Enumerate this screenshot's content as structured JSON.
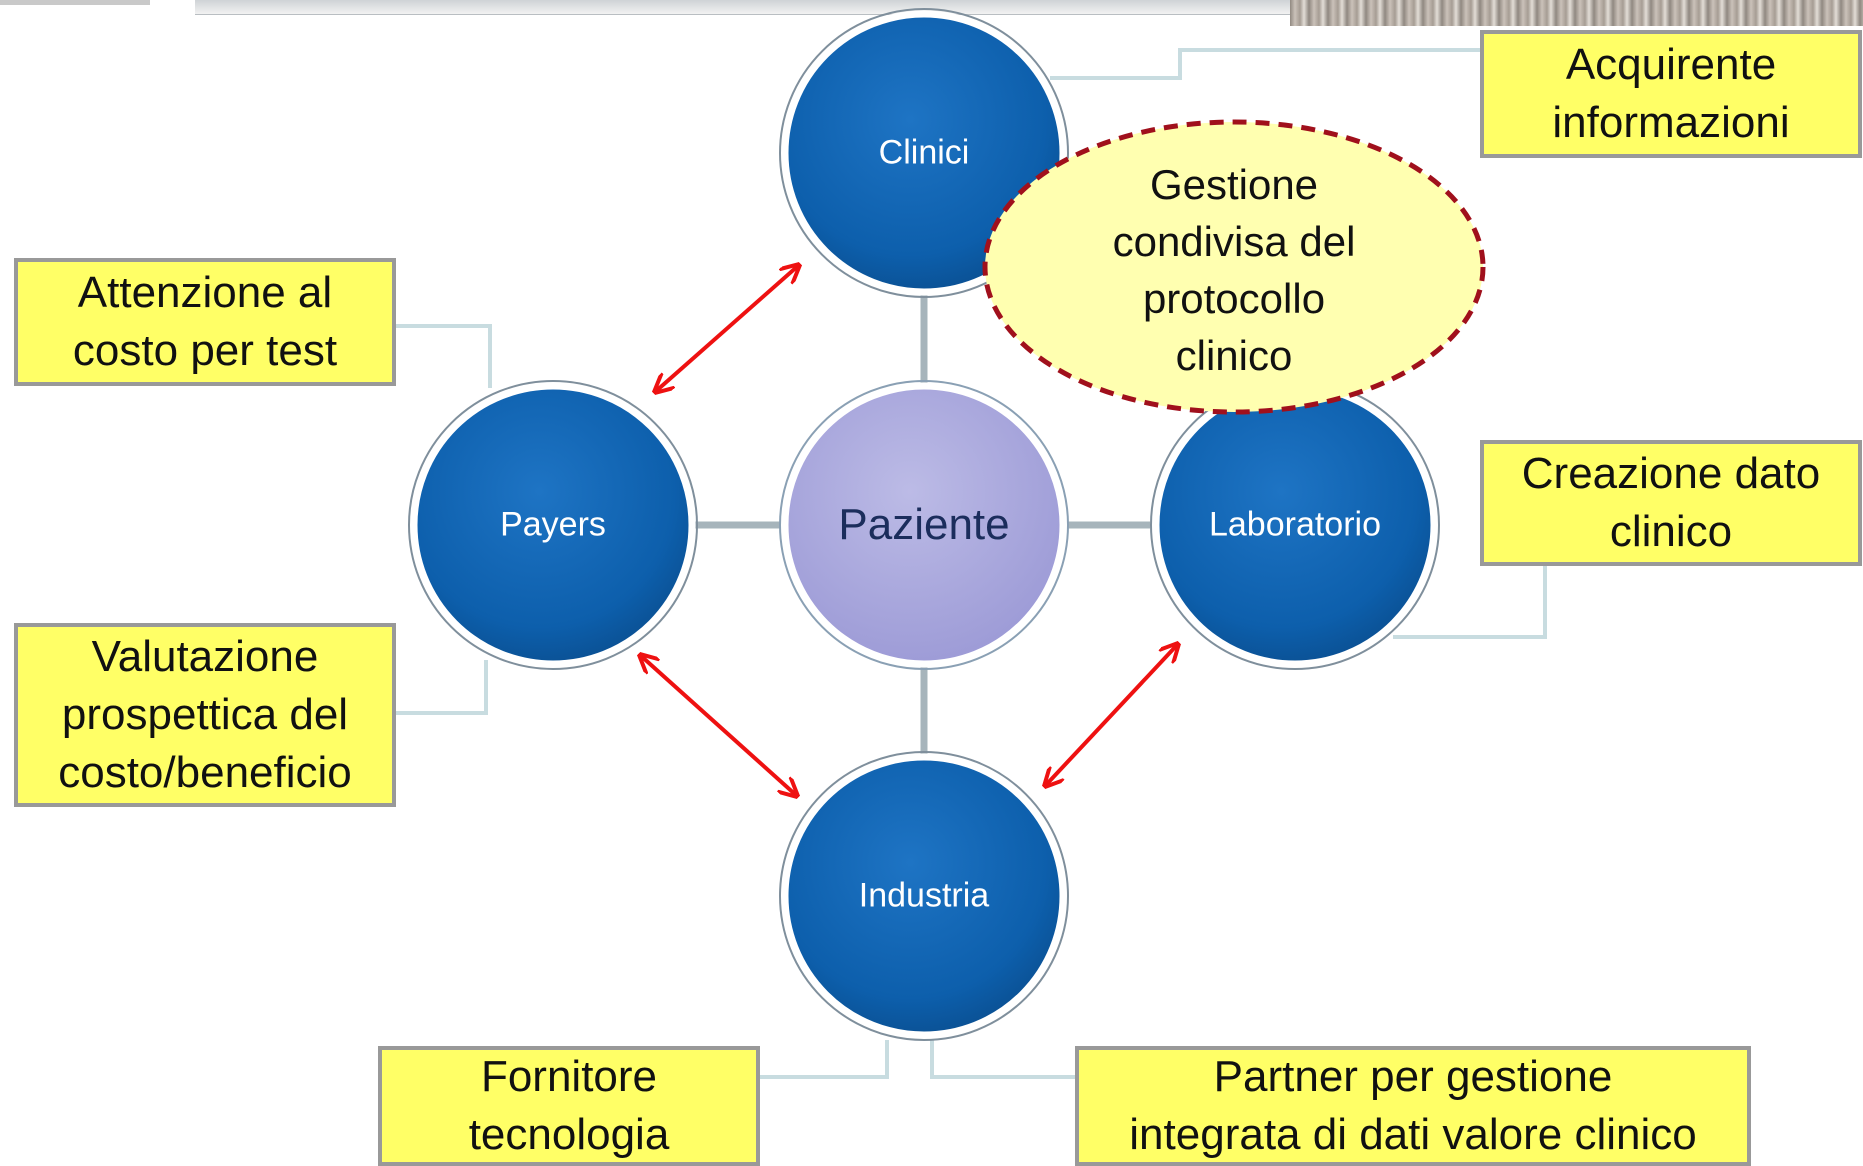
{
  "diagram": {
    "center": "Paziente",
    "nodes": {
      "top": "Clinici",
      "left": "Payers",
      "right": "Laboratorio",
      "bottom": "Industria"
    },
    "callout": "Gestione\ncondivisa del\nprotocollo\nclinico",
    "notes": {
      "clinici": "Acquirente\ninformazioni",
      "payers_cost": "Attenzione al\ncosto per test",
      "payers_value": "Valutazione\nprospettica del\ncosto/beneficio",
      "laboratorio": "Creazione dato\nclinico",
      "industria_supplier": "Fornitore\ntecnologia",
      "industria_partner": "Partner per gestione\nintegrata di dati valore clinico"
    },
    "colors": {
      "node": "#0d5fac",
      "center": "#a9a7dc",
      "note_fill": "#ffff66",
      "callout_fill": "#ffffb0",
      "arrow": "#ee1111",
      "dashed_border": "#a0101c"
    }
  }
}
